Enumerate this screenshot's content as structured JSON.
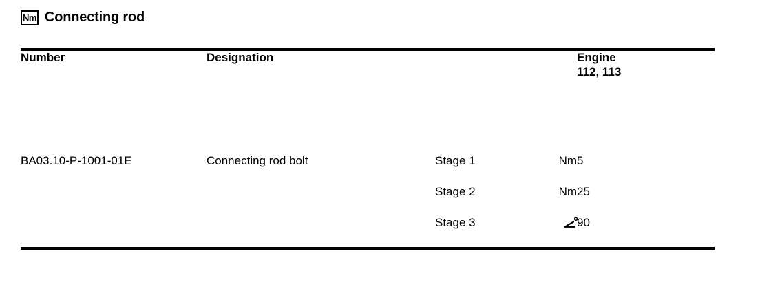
{
  "title": {
    "badge_label": "Nm",
    "badge_icon": "nm-unit-icon",
    "text": "Connecting rod"
  },
  "table": {
    "headers": {
      "number": "Number",
      "designation": "Designation",
      "stage": "",
      "unit": "",
      "engine_line1": "Engine",
      "engine_line2": "112, 113"
    },
    "rows": [
      {
        "number": "BA03.10-P-1001-01E",
        "designation": "Connecting rod bolt",
        "stages": [
          {
            "stage": "Stage 1",
            "unit": "Nm",
            "unit_icon": "",
            "value": "5"
          },
          {
            "stage": "Stage 2",
            "unit": "Nm",
            "unit_icon": "",
            "value": "25"
          },
          {
            "stage": "Stage 3",
            "unit": "",
            "unit_icon": "angle-degree-icon",
            "value": "90"
          }
        ]
      }
    ]
  },
  "colors": {
    "border": "#000000",
    "background": "#ffffff",
    "text": "#000000"
  }
}
